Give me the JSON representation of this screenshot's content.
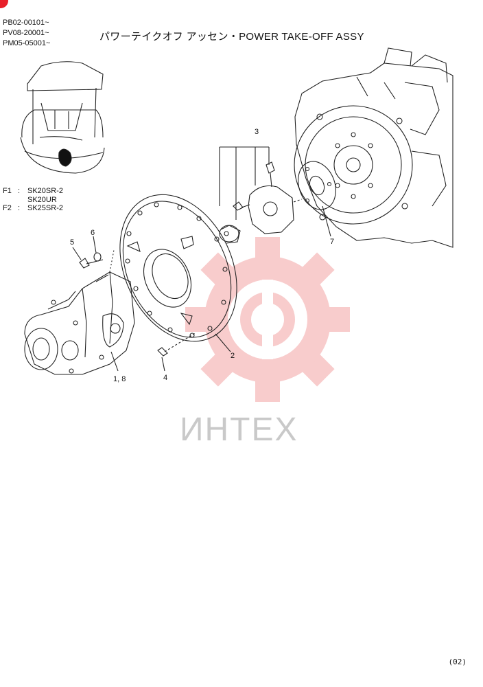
{
  "header": {
    "serials": [
      "PB02-00101~",
      "PV08-20001~",
      "PM05-05001~"
    ],
    "title": "パワーテイクオフ アッセン・POWER TAKE-OFF ASSY"
  },
  "models": [
    {
      "code": "F1",
      "sep": ":",
      "names": [
        "SK20SR-2",
        "SK20UR"
      ]
    },
    {
      "code": "F2",
      "sep": ":",
      "names": [
        "SK25SR-2"
      ]
    }
  ],
  "callouts": {
    "c1_8": "1, 8",
    "c2": "2",
    "c3": "3",
    "c4": "4",
    "c5": "5",
    "c6": "6",
    "c7": "7"
  },
  "watermark": {
    "text": "ИНТЕХ",
    "gear_color": "#f4a3a3",
    "text_color": "#c9c9c9"
  },
  "colors": {
    "badge": "#e8202a",
    "line": "#222222"
  },
  "footer": {
    "page_number": "(02)"
  }
}
